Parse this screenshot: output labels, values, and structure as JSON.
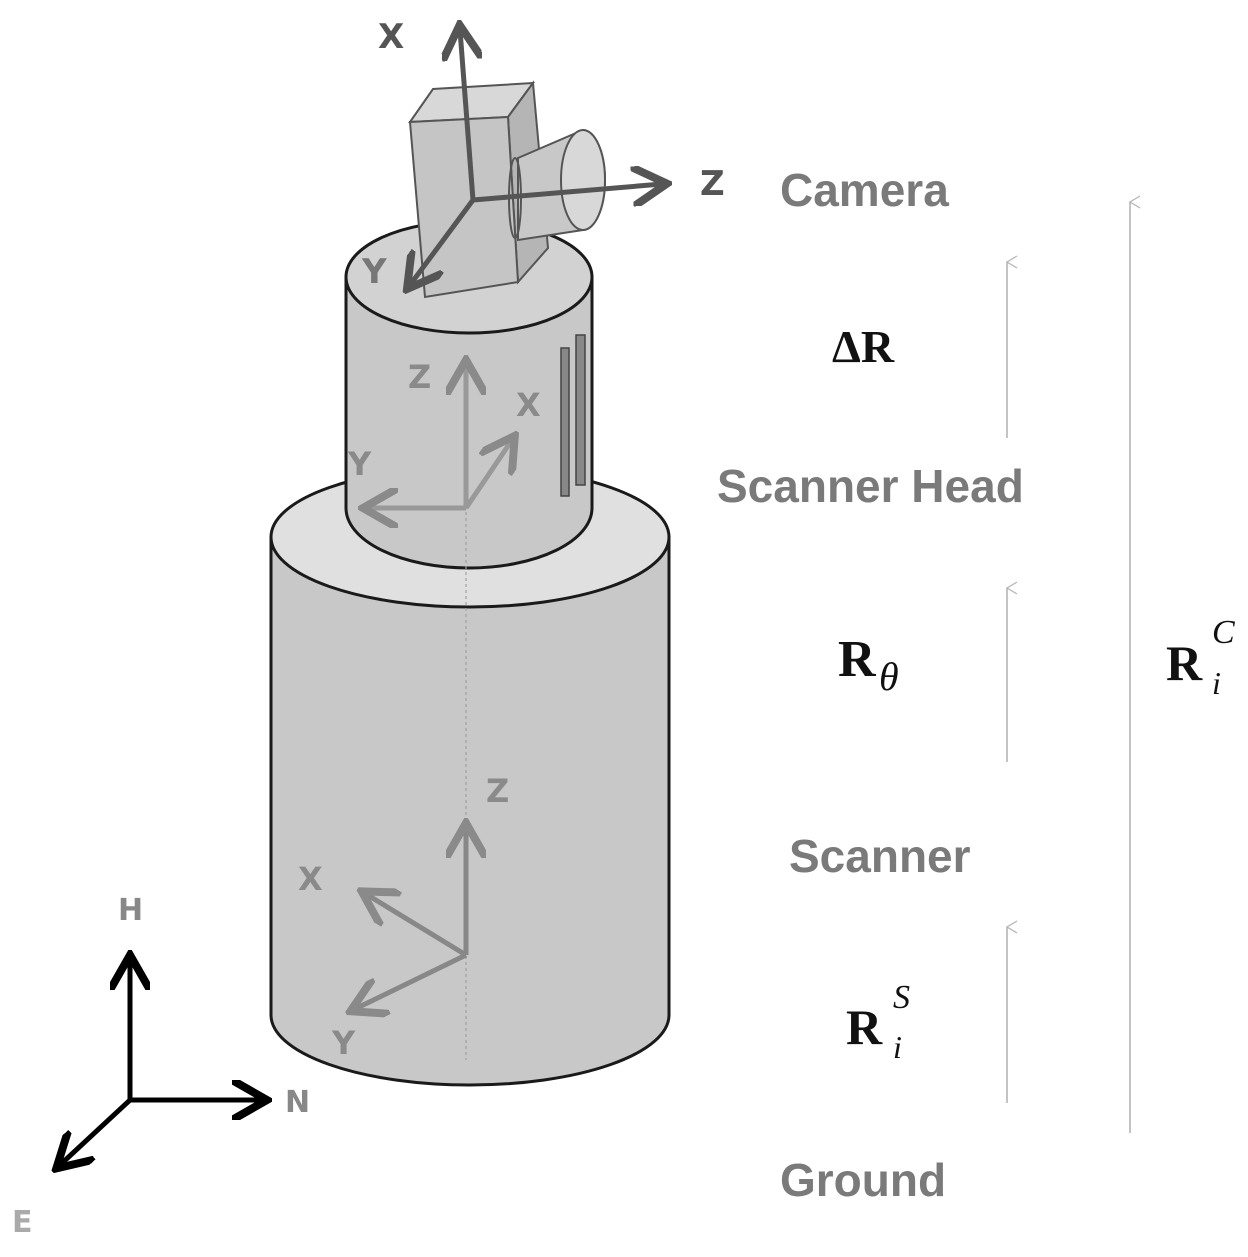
{
  "frames": {
    "camera": "Camera",
    "scanner_head": "Scanner Head",
    "scanner": "Scanner",
    "ground": "Ground"
  },
  "rotations": {
    "delta_r": {
      "base": "ΔR"
    },
    "r_theta": {
      "base": "R",
      "sub": "θ"
    },
    "r_i_s": {
      "base": "R",
      "sub": "i",
      "sup": "S"
    },
    "r_i_c": {
      "base": "R",
      "sub": "i",
      "sup": "C"
    }
  },
  "camera_axes": {
    "x": "X",
    "y": "Y",
    "z": "Z"
  },
  "head_axes": {
    "x": "X",
    "y": "Y",
    "z": "Z"
  },
  "scanner_axes": {
    "x": "X",
    "y": "Y",
    "z": "Z"
  },
  "world_axes": {
    "h": "H",
    "n": "N",
    "e": "E"
  },
  "colors": {
    "cylinder_fill": "#c8c8c8",
    "cylinder_top": "#e0e0e0",
    "outline": "#1a1a1a",
    "axis_gray": "#888888",
    "axis_dark": "#555555",
    "world_axis": "#000000",
    "frame_text": "#7a7a7a",
    "math_text": "#111111"
  }
}
